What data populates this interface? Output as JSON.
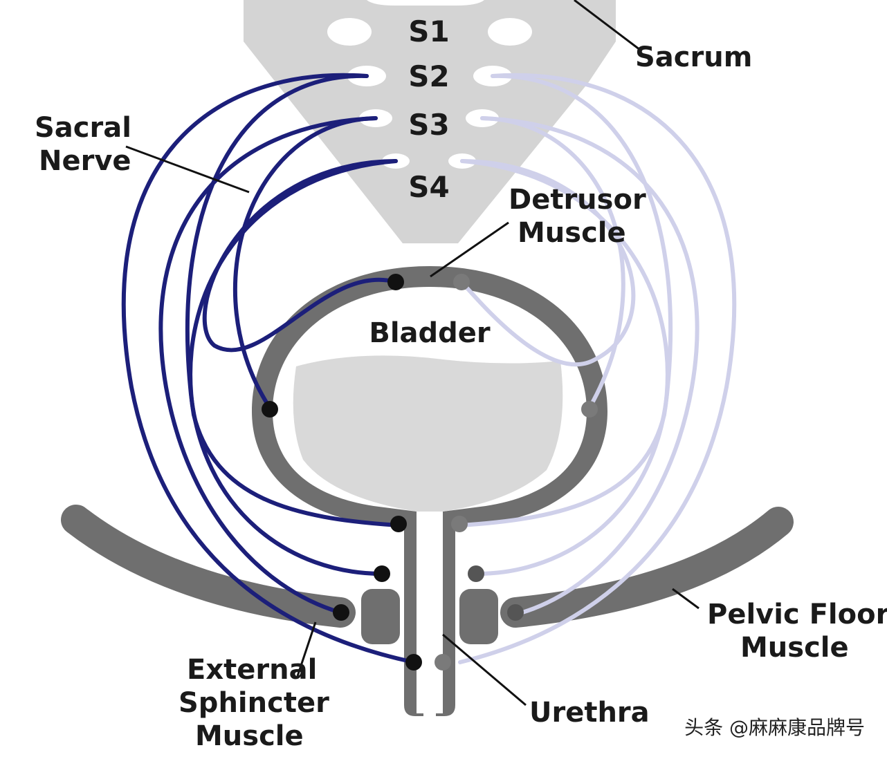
{
  "vertebrae": {
    "s1": "S1",
    "s2": "S2",
    "s3": "S3",
    "s4": "S4"
  },
  "labels": {
    "sacrum": "Sacrum",
    "sacral_nerve_line1": "Sacral",
    "sacral_nerve_line2": "Nerve",
    "detrusor_line1": "Detrusor",
    "detrusor_line2": "Muscle",
    "bladder": "Bladder",
    "pelvic_floor_line1": "Pelvic Floor",
    "pelvic_floor_line2": "Muscle",
    "external_sphincter_line1": "External",
    "external_sphincter_line2": "Sphincter",
    "external_sphincter_line3": "Muscle",
    "urethra": "Urethra"
  },
  "watermark": "头条 @麻麻康品牌号",
  "colors": {
    "nerve_active": "#1c1f7a",
    "nerve_faded": "#cfd0ea",
    "sacrum": "#d4d4d4",
    "muscle": "#6f6f6f",
    "bladder_fill": "#d9d9d9",
    "text": "#1a1a1a"
  }
}
